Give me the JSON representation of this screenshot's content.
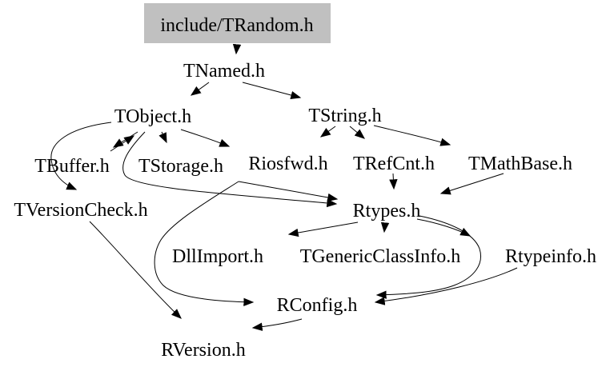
{
  "diagram": {
    "kind": "include-dependency-graph",
    "root": "include/TRandom.h",
    "colors": {
      "background": "#ffffff",
      "line": "#000000",
      "text": "#000000",
      "highlight_bg": "#c0c0c0"
    },
    "nodes": [
      {
        "id": "include-trandom-h",
        "label": "include/TRandom.h",
        "highlighted": true
      },
      {
        "id": "tnamed-h",
        "label": "TNamed.h"
      },
      {
        "id": "tobject-h",
        "label": "TObject.h"
      },
      {
        "id": "tstring-h",
        "label": "TString.h"
      },
      {
        "id": "tbuffer-h",
        "label": "TBuffer.h"
      },
      {
        "id": "tstorage-h",
        "label": "TStorage.h"
      },
      {
        "id": "riosfwd-h",
        "label": "Riosfwd.h"
      },
      {
        "id": "trefcnt-h",
        "label": "TRefCnt.h"
      },
      {
        "id": "tmathbase-h",
        "label": "TMathBase.h"
      },
      {
        "id": "tversioncheck-h",
        "label": "TVersionCheck.h"
      },
      {
        "id": "rtypes-h",
        "label": "Rtypes.h"
      },
      {
        "id": "dllimport-h",
        "label": "DllImport.h"
      },
      {
        "id": "tgenericclassinfo-h",
        "label": "TGenericClassInfo.h"
      },
      {
        "id": "rtypeinfo-h",
        "label": "Rtypeinfo.h"
      },
      {
        "id": "rconfig-h",
        "label": "RConfig.h"
      },
      {
        "id": "rversion-h",
        "label": "RVersion.h"
      }
    ],
    "edges": [
      {
        "from": "include/TRandom.h",
        "to": "TNamed.h"
      },
      {
        "from": "TNamed.h",
        "to": "TObject.h"
      },
      {
        "from": "TNamed.h",
        "to": "TString.h"
      },
      {
        "from": "TObject.h",
        "to": "TBuffer.h"
      },
      {
        "from": "TBuffer.h",
        "to": "TObject.h"
      },
      {
        "from": "TObject.h",
        "to": "TStorage.h"
      },
      {
        "from": "TObject.h",
        "to": "Riosfwd.h"
      },
      {
        "from": "TObject.h",
        "to": "TVersionCheck.h"
      },
      {
        "from": "TObject.h",
        "to": "Rtypes.h"
      },
      {
        "from": "TString.h",
        "to": "Riosfwd.h"
      },
      {
        "from": "TString.h",
        "to": "TRefCnt.h"
      },
      {
        "from": "TString.h",
        "to": "TMathBase.h"
      },
      {
        "from": "Riosfwd.h",
        "to": "Rtypes.h"
      },
      {
        "from": "Riosfwd.h",
        "to": "RConfig.h"
      },
      {
        "from": "TRefCnt.h",
        "to": "Rtypes.h"
      },
      {
        "from": "TMathBase.h",
        "to": "Rtypes.h"
      },
      {
        "from": "Rtypes.h",
        "to": "DllImport.h"
      },
      {
        "from": "Rtypes.h",
        "to": "TGenericClassInfo.h"
      },
      {
        "from": "Rtypes.h",
        "to": "Rtypeinfo.h"
      },
      {
        "from": "Rtypes.h",
        "to": "RConfig.h"
      },
      {
        "from": "Rtypeinfo.h",
        "to": "RConfig.h"
      },
      {
        "from": "TVersionCheck.h",
        "to": "RVersion.h"
      },
      {
        "from": "RConfig.h",
        "to": "RVersion.h"
      }
    ]
  }
}
